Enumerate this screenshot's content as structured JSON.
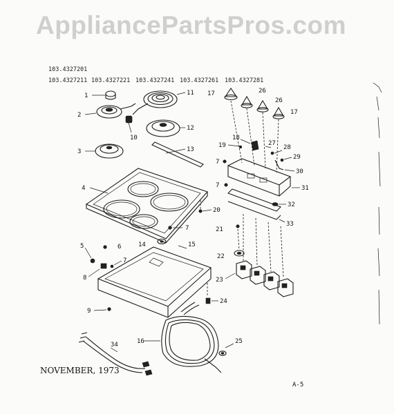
{
  "watermark": "AppliancePartsPros.com",
  "models": {
    "top": "103.4327201",
    "row": [
      "103.4327211",
      "103.4327221",
      "103.4327241",
      "103.4327261",
      "103.4327281"
    ]
  },
  "date": "NOVEMBER, 1973",
  "page_ref": "A-5",
  "callouts": {
    "c1": "1",
    "c2": "2",
    "c3": "3",
    "c4": "4",
    "c5": "5",
    "c6": "6",
    "c7a": "7",
    "c7b": "7",
    "c7c": "7",
    "c7d": "7",
    "c8": "8",
    "c9": "9",
    "c10": "10",
    "c11": "11",
    "c12": "12",
    "c13": "13",
    "c14": "14",
    "c15": "15",
    "c16": "16",
    "c17a": "17",
    "c17b": "17",
    "c18": "18",
    "c19": "19",
    "c20": "20",
    "c21": "21",
    "c22": "22",
    "c23": "23",
    "c24": "24",
    "c25": "25",
    "c26a": "26",
    "c26b": "26",
    "c27": "27",
    "c28": "28",
    "c29": "29",
    "c30": "30",
    "c31": "31",
    "c32": "32",
    "c33": "33",
    "c34": "34"
  }
}
